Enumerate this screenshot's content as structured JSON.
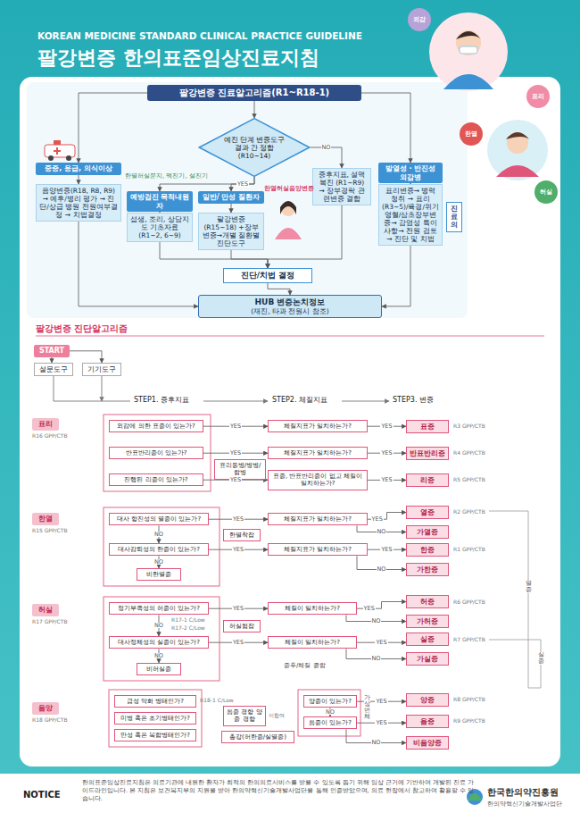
{
  "diagram": {
    "title": "팔강변증 한의표준임상진료지침",
    "nodes": [
      {
        "text": [
          "팔강변증 진료알고리즘(R1~R18-1)"
        ]
      },
      {
        "text": [
          "예진 단계 변증도구 결과 간 정합(R10~14)"
        ]
      },
      {
        "text": [
          "중증, 응급, 의식이상"
        ]
      },
      {
        "text": [
          "음양변증(R18, R8, R9) → 예후/병리 평가 → 진단/상급 병원 전원여부결정 → 치법결정"
        ]
      },
      {
        "text": [
          "예방검진 목적내원자"
        ]
      },
      {
        "text": [
          "섭생, 조리, 상담지도 기초자료(R1~2, 6~9)"
        ]
      },
      {
        "text": [
          "일반/ 만성 질환자"
        ]
      },
      {
        "text": [
          "팔강변증(R15~18) +장부변증→개별 질환별 진단도구"
        ]
      },
      {
        "text": [
          "증후지표, 설맥복진 (R1~R9) → 장부경락 관련변증 결합"
        ]
      },
      {
        "text": [
          "발열성 · 반진성 외감병"
        ]
      },
      {
        "text": [
          "표리변증→ 병력청취 → 표리(R3~5)/육경/위기 영혈/삼초장부변증→ 감염성 특이사항→ 전원 검토 → 진단 및 치법"
        ]
      },
      {
        "text": [
          "진료의"
        ]
      },
      {
        "text": [
          "진단/치법 결정"
        ]
      },
      {
        "text": [
          "HUB 변증논치정보",
          "(재진, 타과 전원시 참조)"
        ]
      },
      {
        "text": [
          "START"
        ]
      },
      {
        "text": [
          "설문도구"
        ]
      },
      {
        "text": [
          "기기도구"
        ]
      },
      {
        "text": [
          "표리"
        ]
      },
      {
        "text": [
          "외감에 의한 표증이 있는가?"
        ]
      },
      {
        "text": [
          "반표반리증이 있는가?"
        ]
      },
      {
        "text": [
          "진행된 리증이 있는가?"
        ]
      },
      {
        "text": [
          "표리동병/병병/합병"
        ]
      },
      {
        "text": [
          "체질지표가 일치하는가?"
        ]
      },
      {
        "text": [
          "체질지표가 일치하는가?"
        ]
      },
      {
        "text": [
          "표증, 반표반리증이 없고 체질이 일치하는가?"
        ]
      },
      {
        "text": [
          "표증"
        ]
      },
      {
        "text": [
          "반표반리증"
        ]
      },
      {
        "text": [
          "리증"
        ]
      },
      {
        "text": [
          "한열"
        ]
      },
      {
        "text": [
          "대사 항진성의 열증이 있는가?"
        ]
      },
      {
        "text": [
          "대사감퇴성의 한증이 있는가?"
        ]
      },
      {
        "text": [
          "비한열증"
        ]
      },
      {
        "text": [
          "한열착잡"
        ]
      },
      {
        "text": [
          "체질지표가 일치하는가?"
        ]
      },
      {
        "text": [
          "체질지표가 일치하는가?"
        ]
      },
      {
        "text": [
          "열증"
        ]
      },
      {
        "text": [
          "가열증"
        ]
      },
      {
        "text": [
          "한증"
        ]
      },
      {
        "text": [
          "가한증"
        ]
      },
      {
        "text": [
          "허실"
        ]
      },
      {
        "text": [
          "정기부족성의 허증이 있는가?"
        ]
      },
      {
        "text": [
          "대사정체성의 실증이 있는가?"
        ]
      },
      {
        "text": [
          "비허실증"
        ]
      },
      {
        "text": [
          "허실협잡"
        ]
      },
      {
        "text": [
          "체질이 일치하는가?"
        ]
      },
      {
        "text": [
          "체질이 일치하는가?"
        ]
      },
      {
        "text": [
          "허증"
        ]
      },
      {
        "text": [
          "가허증"
        ]
      },
      {
        "text": [
          "실증"
        ]
      },
      {
        "text": [
          "가실증"
        ]
      },
      {
        "text": [
          "음양"
        ]
      },
      {
        "text": [
          "급성 악화 병태인가?"
        ]
      },
      {
        "text": [
          "미병 혹은 초기병태인가?"
        ]
      },
      {
        "text": [
          "만성 혹은 복합병태인가?"
        ]
      },
      {
        "text": [
          "음증 경향 양증 경향"
        ]
      },
      {
        "text": [
          "총강(허한증/실열증)"
        ]
      },
      {
        "text": [
          "양증이 있는가?"
        ]
      },
      {
        "text": [
          "음증이 있는가?"
        ]
      },
      {
        "text": [
          "양증"
        ]
      },
      {
        "text": [
          "음증"
        ]
      },
      {
        "text": [
          "비음양증"
        ]
      }
    ],
    "edges": [
      {
        "from": 0,
        "to": 1,
        "arrow": "to"
      },
      {
        "from": 0,
        "to": 2,
        "arrow": "to"
      },
      {
        "from": 0,
        "to": 9,
        "arrow": "to"
      },
      {
        "from": 1,
        "to": 4,
        "arrow": "to"
      },
      {
        "from": 1,
        "to": 6,
        "label": "YES",
        "arrow": "to"
      },
      {
        "from": 1,
        "to": 8,
        "label": "NO",
        "arrow": "to"
      },
      {
        "from": 2,
        "to": 3,
        "arrow": "to"
      },
      {
        "from": 4,
        "to": 5,
        "arrow": "to"
      },
      {
        "from": 6,
        "to": 7,
        "arrow": "to"
      },
      {
        "from": 9,
        "to": 10,
        "arrow": "to"
      },
      {
        "from": 5,
        "to": 12,
        "arrow": "to"
      },
      {
        "from": 7,
        "to": 12,
        "arrow": "to"
      },
      {
        "from": 8,
        "to": 12,
        "arrow": "to"
      },
      {
        "from": 3,
        "to": 13,
        "arrow": "to"
      },
      {
        "from": 12,
        "to": 13,
        "arrow": "to"
      },
      {
        "from": 10,
        "to": 13,
        "arrow": "to"
      },
      {
        "from": 14,
        "to": 15,
        "arrow": "to"
      },
      {
        "from": 14,
        "to": 16,
        "arrow": "to"
      },
      {
        "from": 18,
        "to": 22,
        "label": "YES",
        "arrow": "to"
      },
      {
        "from": 22,
        "to": 25,
        "label": "YES",
        "arrow": "to"
      },
      {
        "from": 19,
        "to": 23,
        "label": "YES",
        "arrow": "to"
      },
      {
        "from": 23,
        "to": 26,
        "label": "YES",
        "arrow": "to"
      },
      {
        "from": 20,
        "to": 24,
        "label": "YES",
        "arrow": "to"
      },
      {
        "from": 24,
        "to": 27,
        "label": "YES",
        "arrow": "to"
      },
      {
        "from": 29,
        "to": 33,
        "label": "YES",
        "arrow": "to"
      },
      {
        "from": 33,
        "to": 35,
        "label": "YES",
        "arrow": "to"
      },
      {
        "from": 33,
        "to": 36,
        "label": "NO",
        "arrow": "to"
      },
      {
        "from": 29,
        "to": 30,
        "label": "NO",
        "arrow": "to"
      },
      {
        "from": 30,
        "to": 34,
        "label": "YES",
        "arrow": "to"
      },
      {
        "from": 34,
        "to": 37,
        "label": "YES",
        "arrow": "to"
      },
      {
        "from": 34,
        "to": 38,
        "label": "NO",
        "arrow": "to"
      },
      {
        "from": 30,
        "to": 31,
        "label": "NO",
        "arrow": "to"
      },
      {
        "from": 40,
        "to": 44,
        "label": "YES",
        "arrow": "to"
      },
      {
        "from": 44,
        "to": 46,
        "label": "YES",
        "arrow": "to"
      },
      {
        "from": 44,
        "to": 47,
        "label": "NO",
        "arrow": "to"
      },
      {
        "from": 40,
        "to": 41,
        "label": "NO",
        "arrow": "to"
      },
      {
        "from": 41,
        "to": 45,
        "label": "YES",
        "arrow": "to"
      },
      {
        "from": 45,
        "to": 48,
        "label": "YES",
        "arrow": "to"
      },
      {
        "from": 45,
        "to": 49,
        "label": "NO",
        "arrow": "to"
      },
      {
        "from": 41,
        "to": 42,
        "label": "NO",
        "arrow": "to"
      },
      {
        "from": 56,
        "to": 58,
        "label": "YES",
        "arrow": "to"
      },
      {
        "from": 56,
        "to": 57,
        "label": "NO",
        "arrow": "to"
      },
      {
        "from": 57,
        "to": 59,
        "label": "YES",
        "arrow": "to"
      },
      {
        "from": 57,
        "to": 60,
        "label": "NO",
        "arrow": "to"
      }
    ],
    "labels": [
      "KOREAN MEDICINE STANDARD CLINICAL PRACTICE GUIDELINE",
      "외감",
      "표리",
      "한열",
      "허실",
      "한열허실문지, 맥진기, 설진기",
      "한열허실음양변증",
      "팔강변증 진단알고리즘",
      "STEP1. 증후지표",
      "STEP2. 체질지표",
      "STEP3. 변증",
      "R16 GPP/CTB",
      "R3 GPP/CTB",
      "R4 GPP/CTB",
      "R5 GPP/CTB",
      "R15 GPP/CTB",
      "R2 GPP/CTB",
      "R1 GPP/CTB",
      "열증",
      "R17 GPP/CTB",
      "R17-1 C/Low",
      "R17-2 C/Low",
      "R6 GPP/CTB",
      "R7 GPP/CTB",
      "증후/체질 종합",
      "실증",
      "R18 GPP/CTB",
      "R18-1 C/Low",
      "이합여",
      "가상변체",
      "R8 GPP/CTB",
      "R9 GPP/CTB",
      "NOTICE",
      "한의표준임상진료지침은 의료기관에 내원한 환자가 최적의 한의의료서비스를 받을 수 있도록 돕기 위해 임상 근거에 기반하여 개발된 진료 가이드라인입니다. 본 지침은 보건복지부의 지원을 받아 한의약혁신기술개발사업단을 통해 인증받았으며, 의료 현장에서 참고하여 활용할 수 있습니다.",
      "한국한의약진흥원",
      "한의약혁신기술개발사업단"
    ]
  }
}
